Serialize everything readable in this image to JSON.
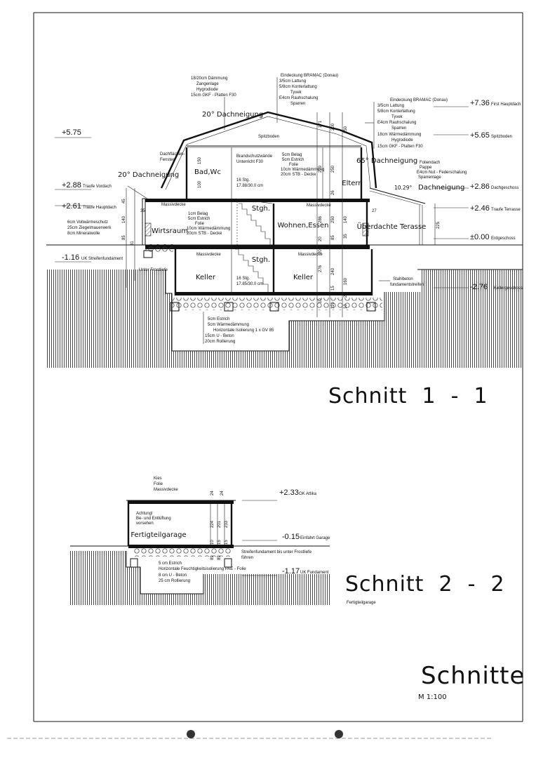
{
  "section_1": {
    "title": "Schnitt  1  -  1",
    "roof_pitch_main": "20° Dachneigung",
    "roof_pitch_left": "20° Dachneigung",
    "roof_pitch_mansard": "65° Dachneigung",
    "roof_pitch_terrace": "10.29°",
    "roof_pitch_terrace_label": "Dachneigung",
    "rooms": {
      "spitzboden": "Spitzboden",
      "bad_wc": "Bad,Wc",
      "eltern": "Eltern",
      "wirtsraum": "Wirtsraum",
      "wohnen_essen": "Wohnen,Essen",
      "stgh_upper": "Stgh.",
      "stgh_lower": "Stgh.",
      "keller_left": "Keller",
      "keller_right": "Keller",
      "terrasse": "Überdachte Terasse",
      "massivdecke_1": "Massivdecke",
      "massivdecke_2": "Massivdecke",
      "massivdecke_3": "Massivdecke",
      "massivdecke_4": "Massivdecke"
    },
    "levels": [
      {
        "value": "+7.36",
        "label": "First Hauptdach"
      },
      {
        "value": "+5.65",
        "label": "Spitzboden"
      },
      {
        "value": "+5.75",
        "label": ""
      },
      {
        "value": "+2.88",
        "label": "Traufe Vordach"
      },
      {
        "value": "+2.61",
        "label": "Traufe Hauptdach"
      },
      {
        "value": "+2.86",
        "label": "Dachgeschoss"
      },
      {
        "value": "+2.46",
        "label": "Traufe Terrasse"
      },
      {
        "value": "±0.00",
        "label": "Erdgeschoss"
      },
      {
        "value": "-1.16",
        "label": "UK Streifenfundament"
      },
      {
        "value": "-2.76",
        "label": "Kellergeschoss"
      }
    ],
    "annotations": {
      "roof_build_up": [
        "18/20cm Dämmung",
        "Zangenlage",
        "Hygrodiode",
        "15cm GKF - Platten F30"
      ],
      "roof_cover": [
        "Eindeckung BRAMAC (Donau)",
        "3/5cm Lattung",
        "5/8cm Konterlattung",
        "Tyvek",
        "E4cm Rauhschalung",
        "Sparren"
      ],
      "mansard_cover": [
        "Eindeckung BRAMAC (Donau)",
        "3/5cm Lattung",
        "5/8cm Konterlattung",
        "Tyvek",
        "E4cm Rauhschalung",
        "Sparren",
        "18cm Wärmedämmung",
        "Hygrodiode",
        "15cm GKF - Platten F30"
      ],
      "dormer": [
        "Dachflächen-",
        "Fenster"
      ],
      "stair_wall": [
        "Brandschutzwände",
        "Unterricht F30"
      ],
      "stairs_upper": [
        "16 Stg.",
        "17.88/30.0 cm"
      ],
      "stairs_lower": [
        "16 Stg.",
        "17.85/30.0 cm"
      ],
      "floor_upper": [
        "5cm Belag",
        "5cm Estrich",
        "Folie",
        "10cm Wärmedämmung",
        "20cm STB - Decke"
      ],
      "floor_ground": [
        "1cm Belag",
        "5cm Estrich",
        "Folie",
        "10cm Wärmedämmung",
        "20cm STB - Decke"
      ],
      "wall": [
        "6cm Vollwärmeschutz",
        "25cm Ziegelmauerwerk",
        "8cm Mineralwolle"
      ],
      "terrace_roof": [
        "Foliendach",
        "Pappe",
        "E4cm Nut - Federschalung",
        "Sparrenlage"
      ],
      "foundation_left": "Unter Frostliefe",
      "slab": [
        "5cm Estrich",
        "5cm Wärmedämmung",
        "Horizontale Isolierung 1 x GV 85",
        "15cm U - Beton",
        "20cm Rollierung"
      ],
      "strip_foundation": [
        "Stahlbeton",
        "fundamentstreifen"
      ]
    },
    "dimensions": {
      "roof_upper": [
        "171",
        "200",
        "250"
      ],
      "dg": [
        "150",
        "100",
        "279",
        "250",
        "26"
      ],
      "eg": [
        "45",
        "140",
        "85",
        "31",
        "35",
        "286",
        "250",
        "140",
        "35",
        "85",
        "20",
        "27",
        "225"
      ],
      "kg": [
        "276",
        "240",
        "160",
        "20",
        "15",
        "10",
        "110",
        "25",
        "10"
      ]
    }
  },
  "section_2": {
    "title": "Schnitt  2  -  2",
    "subtitle": "Fertigteilgarage",
    "room": "Fertigteilgarage",
    "notes": [
      "Achtung!",
      "Be- und Entlüftung",
      "vorsehen"
    ],
    "roof_build_up": [
      "Kies",
      "Folie",
      "Massivdecke"
    ],
    "levels": [
      {
        "value": "+2.33",
        "label": "OK Attika"
      },
      {
        "value": "-0.15",
        "label": "Einfahrt Garage"
      },
      {
        "value": "-1.17",
        "label": "UK Fundament"
      }
    ],
    "foundation_note": [
      "Streifenfundament bis unter Frostliefe",
      "führen"
    ],
    "slab_build_up": [
      "5 cm Estrich",
      "Horizontale Feuchtigkeitsisolierung PAE - Folie",
      "8 cm U - Beton",
      "25 cm Rollierung"
    ],
    "dimensions": [
      "24",
      "24",
      "224",
      "201",
      "233",
      "10",
      "15",
      "15",
      "89",
      "89"
    ]
  },
  "sheet": {
    "title": "Schnitte",
    "scale": "M 1:100"
  }
}
